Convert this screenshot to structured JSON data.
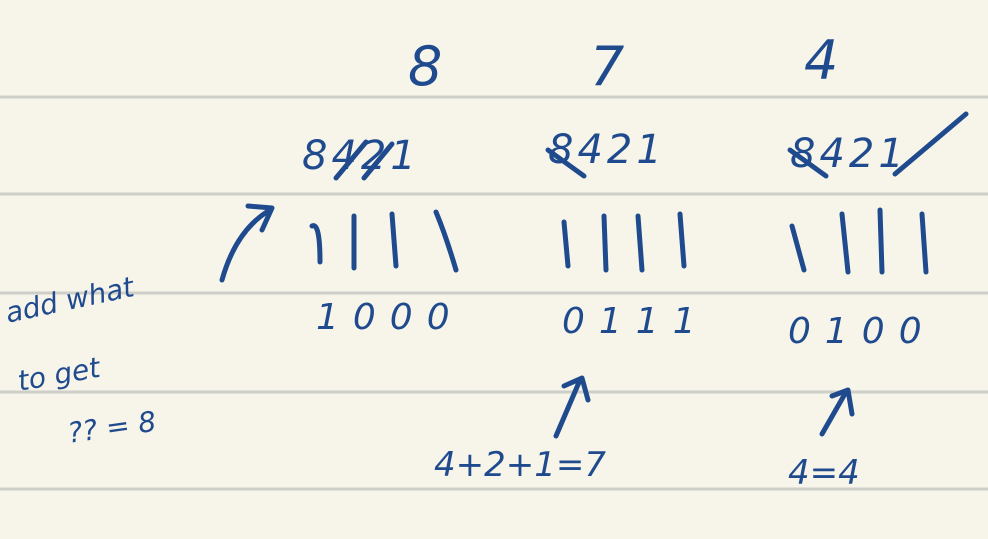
{
  "digits": [
    {
      "digit": "8",
      "place_values": "8421",
      "tally": "1111",
      "bits": "1000",
      "note": ""
    },
    {
      "digit": "7",
      "place_values": "8421",
      "tally": "1111",
      "bits": "0111",
      "note": "4+2+1=7"
    },
    {
      "digit": "4",
      "place_values": "8421",
      "tally": "1111",
      "bits": "0100",
      "note": "4=4"
    }
  ],
  "side_note": {
    "line1": "add what",
    "line2": "to get",
    "line3": "?? = 8"
  },
  "colors": {
    "paper": "#f7f5ea",
    "rule": "#cfcfca",
    "ink": "#1f4b8e"
  }
}
